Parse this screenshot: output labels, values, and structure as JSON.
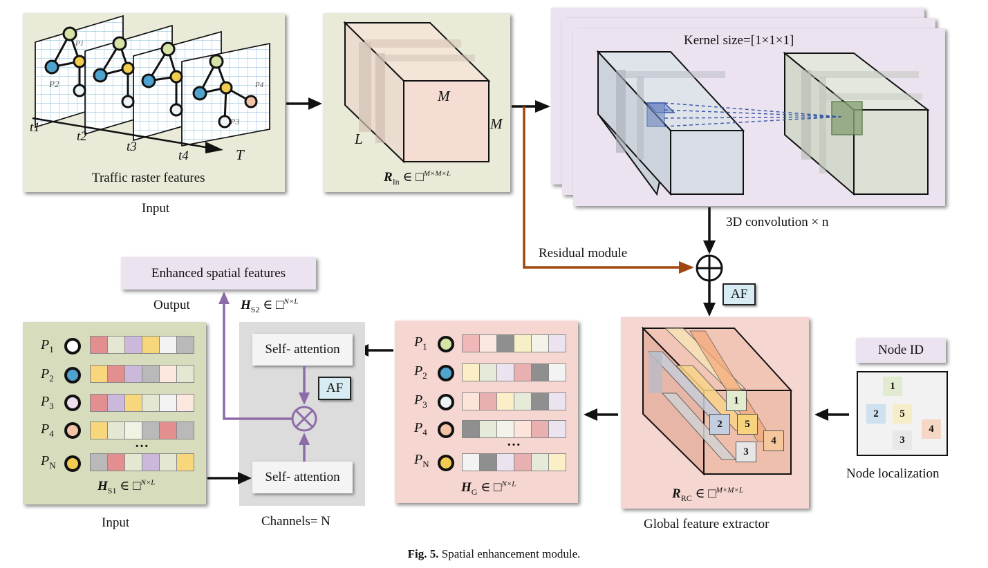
{
  "panels": {
    "input_top": {
      "title": "Traffic raster features",
      "under": "Input",
      "points": [
        "P1",
        "P2",
        "P3",
        "P4"
      ],
      "times": [
        "t1",
        "t2",
        "t3",
        "t4"
      ],
      "axis": "T"
    },
    "rin": {
      "dim_m1": "M",
      "dim_m2": "M",
      "dim_l": "L",
      "formula_sym": "R",
      "formula_sub": "In",
      "formula_rest": "∈ □",
      "formula_sup": "M×M×L"
    },
    "conv": {
      "kernel": "Kernel size=[1×1×1]",
      "under": "3D convolution × n"
    },
    "residual": "Residual module",
    "af": "AF",
    "global": {
      "formula_sym": "R",
      "formula_sub": "RC",
      "formula_rest": "∈ □",
      "formula_sup": "M×M×L",
      "under": "Global feature extractor",
      "nodes": [
        "1",
        "2",
        "3",
        "4",
        "5"
      ]
    },
    "node_id": {
      "title": "Node ID",
      "under": "Node localization",
      "nodes": [
        "1",
        "2",
        "3",
        "4",
        "5"
      ]
    },
    "hg": {
      "formula_sym": "H",
      "formula_sub": "G",
      "formula_rest": "∈ □",
      "formula_sup": "N×L",
      "ellipsis": "…"
    },
    "attn": {
      "top": "Self- attention",
      "bottom": "Self- attention",
      "under": "Channels= N",
      "hs2_sym": "H",
      "hs2_sub": "S2",
      "hs2_rest": "∈ □",
      "hs2_sup": "N×L"
    },
    "output": {
      "title": "Enhanced spatial features",
      "under": "Output"
    },
    "hs1": {
      "formula_sym": "H",
      "formula_sub": "S1",
      "formula_rest": "∈ □",
      "formula_sup": "N×L",
      "under": "Input",
      "ellipsis": "…"
    },
    "rows": [
      "1",
      "2",
      "3",
      "4",
      "N"
    ],
    "row_label": "P"
  },
  "caption": {
    "label": "Fig. 5.",
    "text": "Spatial enhancement module."
  },
  "colors": {
    "input_bg": "#e9ead7",
    "conv_bg": "#ebe3ef",
    "global_bg": "#f5d6d0",
    "attn_bg": "#dcdcdc",
    "hs1_bg": "#d6dcbc",
    "residual": "#a0470f",
    "purple": "#8d6ba8"
  }
}
